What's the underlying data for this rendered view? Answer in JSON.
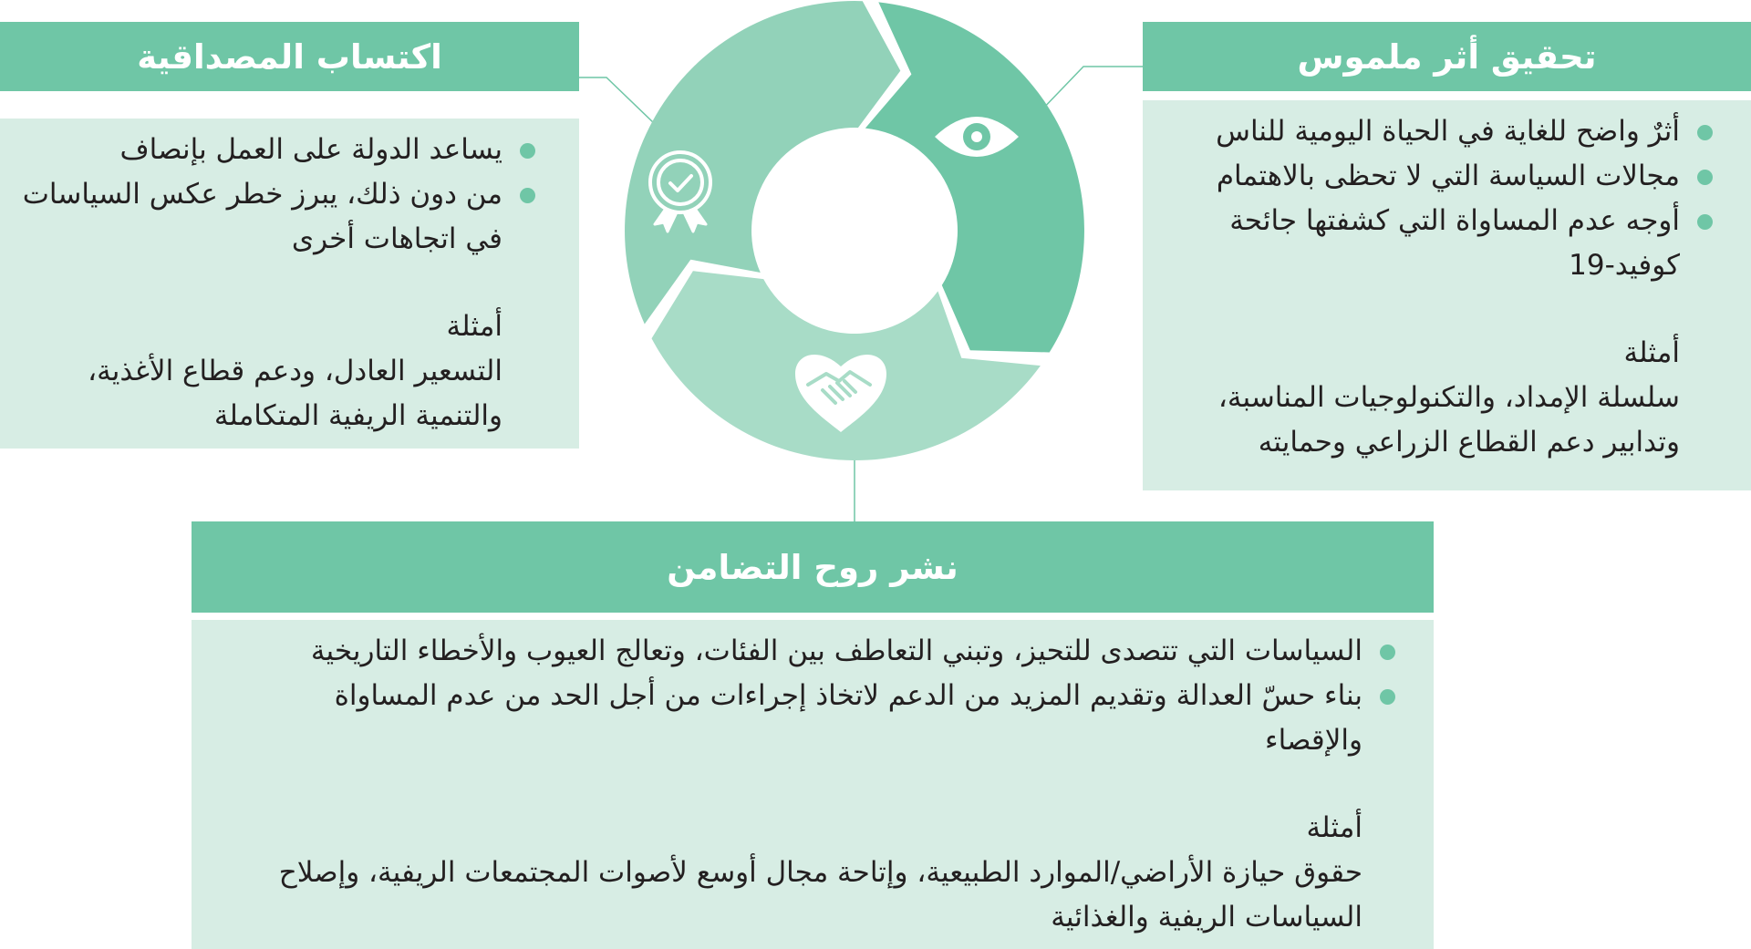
{
  "colors": {
    "header": "#6fc6a6",
    "panel": "#d7ede4",
    "segment_top_left": "#92d2b9",
    "segment_right": "#6fc6a6",
    "segment_bottom": "#a8dcc7"
  },
  "cycle": {
    "segments": [
      {
        "icon": "award-badge-icon"
      },
      {
        "icon": "eye-icon"
      },
      {
        "icon": "heart-handshake-icon"
      }
    ]
  },
  "credibility": {
    "title": "اكتساب المصداقية",
    "bullets": [
      "يساعد الدولة على العمل بإنصاف",
      "من دون ذلك، يبرز خطر عكس السياسات في اتجاهات أخرى"
    ],
    "examples_label": "أمثلة",
    "examples": "التسعير العادل، ودعم قطاع الأغذية، والتنمية الريفية المتكاملة"
  },
  "impact": {
    "title": "تحقيق أثر ملموس",
    "bullets": [
      "أثرٌ واضح للغاية في الحياة اليومية للناس",
      "مجالات السياسة التي لا تحظى بالاهتمام",
      "أوجه عدم المساواة التي كشفتها جائحة كوفيد-19"
    ],
    "examples_label": "أمثلة",
    "examples": "سلسلة الإمداد، والتكنولوجيات المناسبة، وتدابير دعم القطاع الزراعي وحمايته"
  },
  "solidarity": {
    "title": "نشر روح التضامن",
    "bullets": [
      "السياسات التي تتصدى للتحيز، وتبني التعاطف بين الفئات، وتعالج العيوب والأخطاء التاريخية",
      "بناء حسّ العدالة وتقديم المزيد من الدعم لاتخاذ إجراءات من أجل الحد من عدم المساواة والإقصاء"
    ],
    "examples_label": "أمثلة",
    "examples": "حقوق حيازة الأراضي/الموارد الطبيعية، وإتاحة مجال أوسع لأصوات المجتمعات الريفية، وإصلاح السياسات الريفية والغذائية"
  }
}
